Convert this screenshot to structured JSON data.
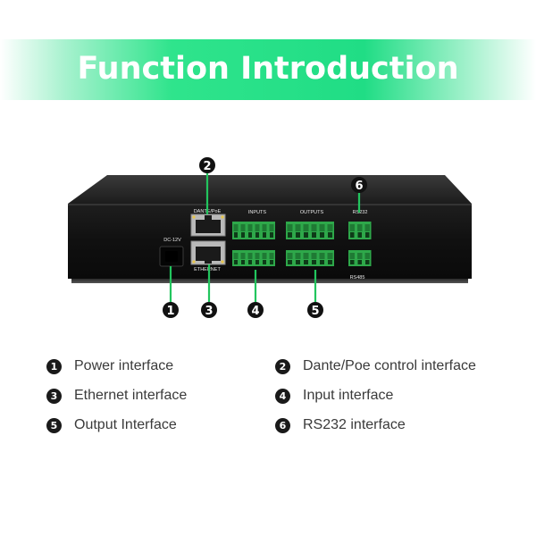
{
  "banner": {
    "title": "Function Introduction"
  },
  "device": {
    "panel_labels": {
      "dc": "DC-12V",
      "dante": "DANTE/PoE",
      "ethernet": "ETHERNET",
      "inputs": "INPUTS",
      "outputs": "OUTPUTS",
      "rs232": "RS232",
      "rs485": "RS485"
    }
  },
  "callouts": [
    {
      "number": "1"
    },
    {
      "number": "2"
    },
    {
      "number": "3"
    },
    {
      "number": "4"
    },
    {
      "number": "5"
    },
    {
      "number": "6"
    }
  ],
  "legend": [
    {
      "number": "1",
      "label": "Power interface"
    },
    {
      "number": "2",
      "label": "Dante/Poe control interface"
    },
    {
      "number": "3",
      "label": "Ethernet interface"
    },
    {
      "number": "4",
      "label": "Input interface"
    },
    {
      "number": "5",
      "label": "Output Interface"
    },
    {
      "number": "6",
      "label": "RS232 interface"
    }
  ],
  "colors": {
    "banner_green": "#20dd85",
    "callout_green": "#22c55e",
    "terminal_green": "#2ea84a",
    "chassis_black": "#121212"
  }
}
